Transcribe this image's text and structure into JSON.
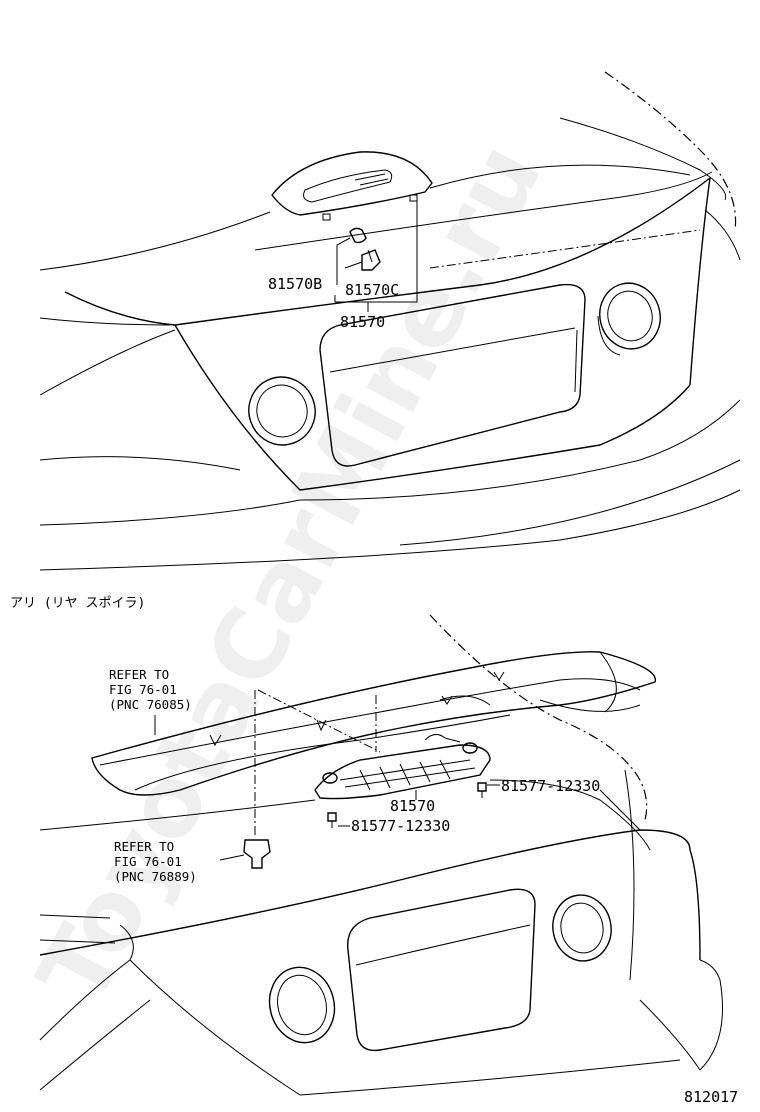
{
  "watermark": "ToyotaCarMine.ru",
  "diagram_id": "812017",
  "top": {
    "part_81570B": "81570B",
    "part_81570C": "81570C",
    "part_81570": "81570"
  },
  "section_label": "アリ (リヤ スポイラ)",
  "bottom": {
    "part_81570": "81570",
    "screw_right": "81577-12330",
    "screw_left": "81577-12330",
    "refer_upper": {
      "line1": "REFER TO",
      "line2": "FIG 76-01",
      "line3": "(PNC 76085)"
    },
    "refer_lower": {
      "line1": "REFER TO",
      "line2": "FIG 76-01",
      "line3": "(PNC 76889)"
    }
  }
}
